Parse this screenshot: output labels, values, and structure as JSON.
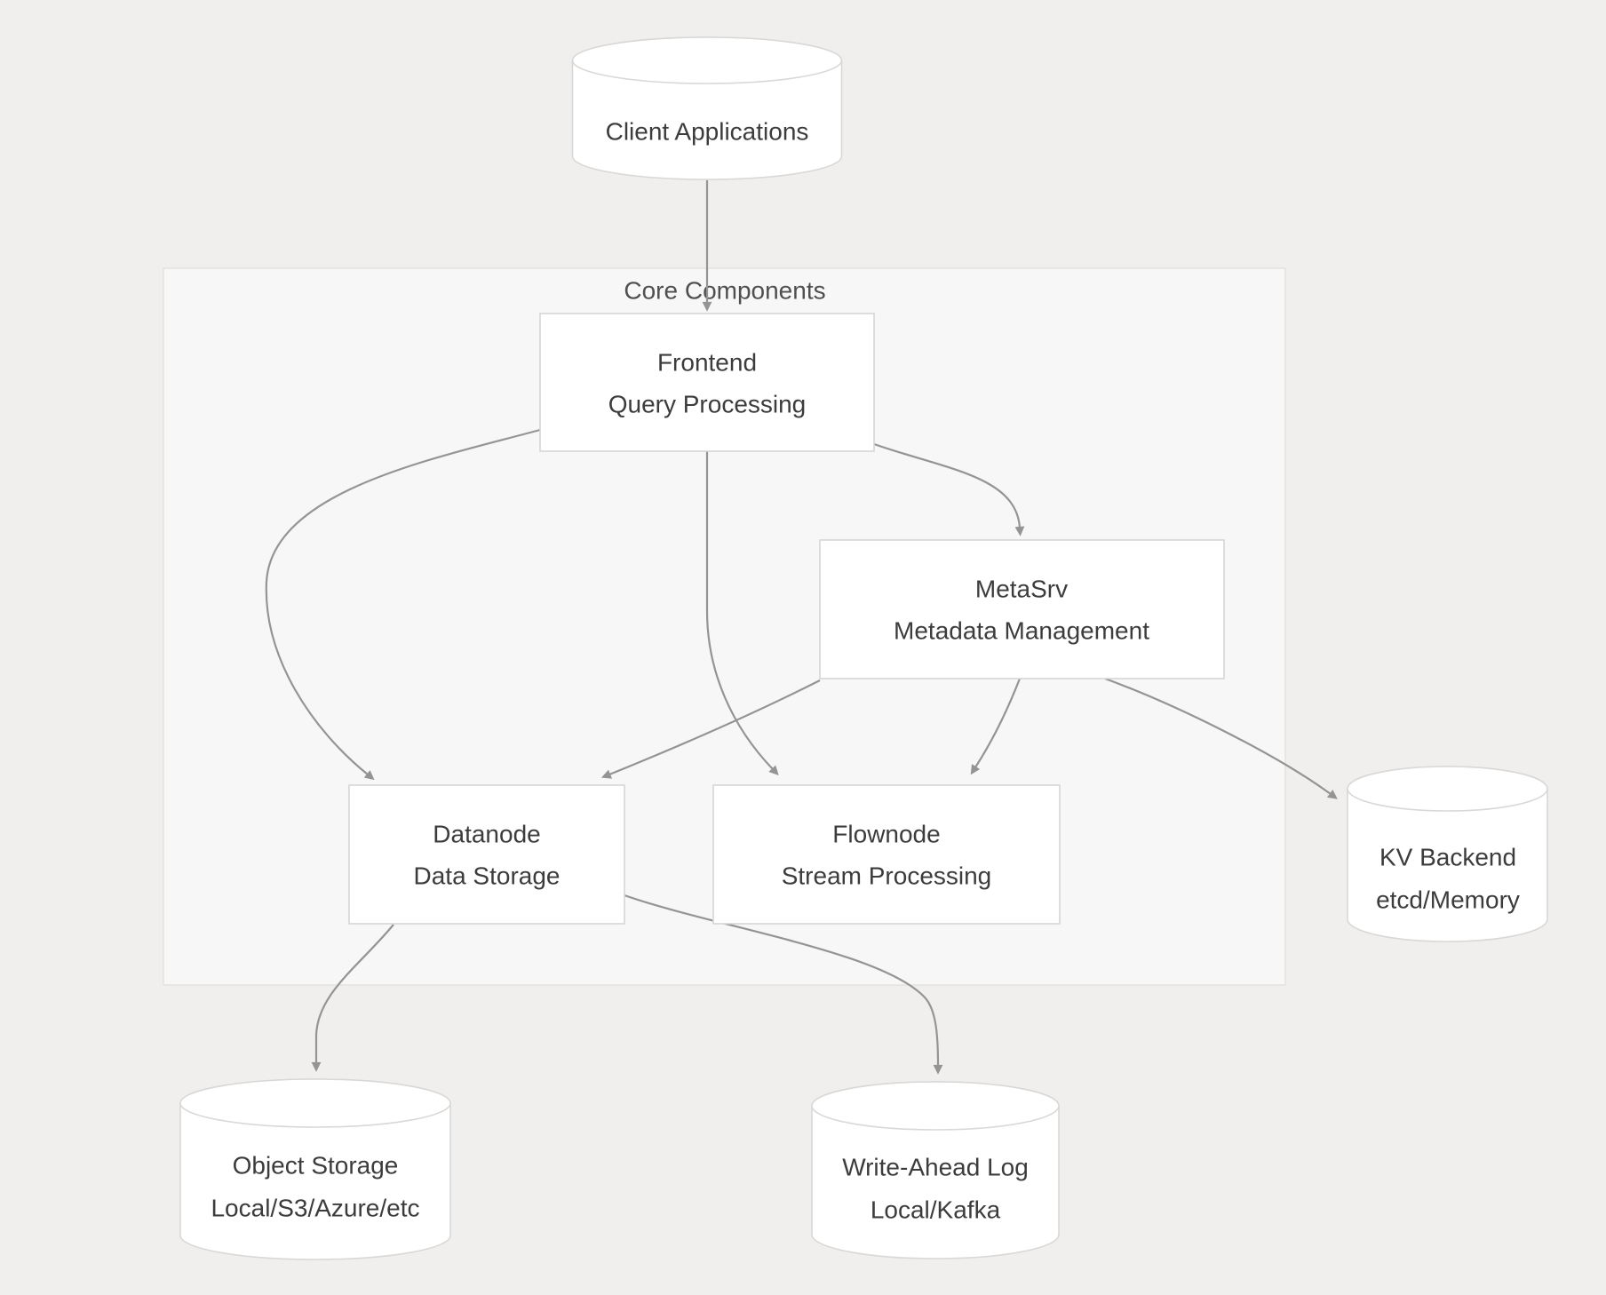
{
  "diagram": {
    "type": "architecture-flowchart",
    "cluster": {
      "label": "Core Components"
    },
    "nodes": {
      "client": {
        "shape": "cylinder",
        "label": "Client Applications"
      },
      "frontend": {
        "shape": "rect",
        "title": "Frontend",
        "subtitle": "Query Processing"
      },
      "metasrv": {
        "shape": "rect",
        "title": "MetaSrv",
        "subtitle": "Metadata Management"
      },
      "datanode": {
        "shape": "rect",
        "title": "Datanode",
        "subtitle": "Data Storage"
      },
      "flownode": {
        "shape": "rect",
        "title": "Flownode",
        "subtitle": "Stream Processing"
      },
      "kv_backend": {
        "shape": "cylinder",
        "title": "KV Backend",
        "subtitle": "etcd/Memory"
      },
      "object_storage": {
        "shape": "cylinder",
        "title": "Object Storage",
        "subtitle": "Local/S3/Azure/etc"
      },
      "write_ahead_log": {
        "shape": "cylinder",
        "title": "Write-Ahead Log",
        "subtitle": "Local/Kafka"
      }
    },
    "edges": [
      {
        "from": "Client Applications",
        "to": "Frontend"
      },
      {
        "from": "Frontend",
        "to": "Datanode"
      },
      {
        "from": "Frontend",
        "to": "Flownode"
      },
      {
        "from": "Frontend",
        "to": "MetaSrv"
      },
      {
        "from": "MetaSrv",
        "to": "Datanode"
      },
      {
        "from": "MetaSrv",
        "to": "Flownode"
      },
      {
        "from": "MetaSrv",
        "to": "KV Backend"
      },
      {
        "from": "Datanode",
        "to": "Object Storage"
      },
      {
        "from": "Datanode",
        "to": "Write-Ahead Log"
      }
    ],
    "colors": {
      "page_background": "#f0efed",
      "cluster_fill": "#f7f7f7",
      "cluster_border": "#e4e2e0",
      "node_fill": "#ffffff",
      "node_border": "#d7d6d4",
      "edge": "#949494",
      "text": "#3c3c3c",
      "cluster_label": "#4f4f4f"
    }
  }
}
